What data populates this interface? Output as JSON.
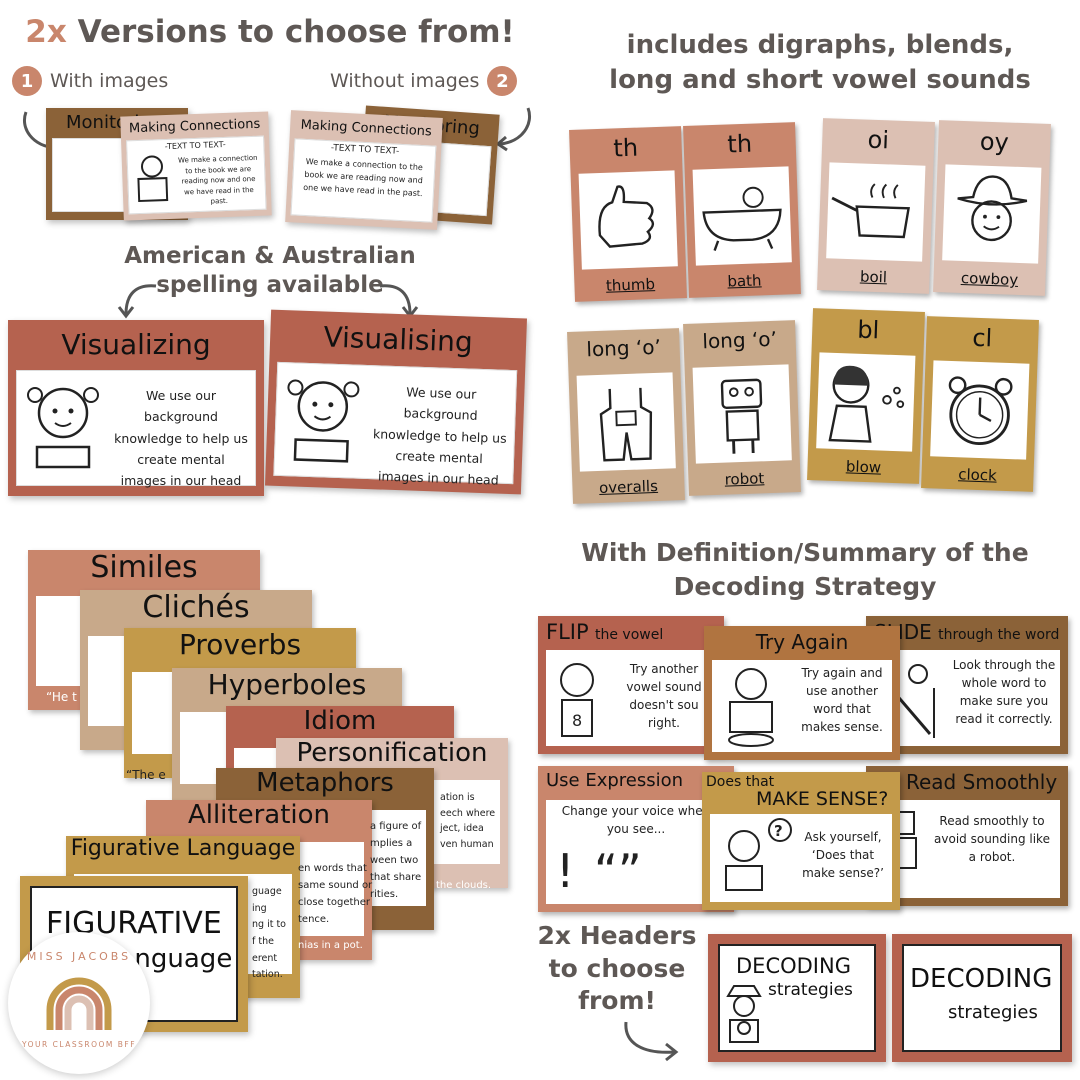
{
  "colors": {
    "terracotta": "#b5624f",
    "rose": "#c9866c",
    "blush": "#dcc0b3",
    "sand": "#c8a98a",
    "mustard": "#c39a4a",
    "brown": "#8b6238",
    "heading": "#5e5855"
  },
  "q1": {
    "heading_accent": "2x",
    "heading_rest": " Versions to choose from!",
    "badge1": "1",
    "with_images": "With images",
    "badge2": "2",
    "without_images": "Without images",
    "card_monitoring_title": "Monitoring",
    "card_making_title": "Making Connections",
    "card_making_sub": "-TEXT TO TEXT-",
    "card_making_body": "We make a connection to the book we are reading now and one we have read in the past.",
    "spelling_heading_line1": "American & Australian",
    "spelling_heading_line2": "spelling available",
    "visualizing_title": "Visualizing",
    "visualising_title": "Visualising",
    "visual_body": "We use our background knowledge to help us create mental images in our head as we read."
  },
  "q2": {
    "heading_line1": "includes digraphs, blends,",
    "heading_line2": "long and short vowel sounds",
    "cards": [
      {
        "label": "th",
        "word": "thumb",
        "color": "#c9866c",
        "icon": "thumb-icon"
      },
      {
        "label": "th",
        "word": "bath",
        "color": "#c9866c",
        "icon": "bath-icon"
      },
      {
        "label": "oi",
        "word": "boil",
        "color": "#dcc0b3",
        "icon": "pot-icon"
      },
      {
        "label": "oy",
        "word": "cowboy",
        "color": "#dcc0b3",
        "icon": "cowboy-icon"
      },
      {
        "label": "long ‘o’",
        "word": "overalls",
        "color": "#c8a98a",
        "icon": "overalls-icon"
      },
      {
        "label": "long ‘o’",
        "word": "robot",
        "color": "#c8a98a",
        "icon": "robot-icon"
      },
      {
        "label": "bl",
        "word": "blow",
        "color": "#c39a4a",
        "icon": "girl-blowing-icon"
      },
      {
        "label": "cl",
        "word": "clock",
        "color": "#c39a4a",
        "icon": "clock-icon"
      }
    ]
  },
  "q3": {
    "cards": [
      {
        "title": "Similes",
        "color": "#c9866c"
      },
      {
        "title": "Clichés",
        "color": "#c8a98a"
      },
      {
        "title": "Proverbs",
        "color": "#c39a4a"
      },
      {
        "title": "Hyperboles",
        "color": "#c8a98a"
      },
      {
        "title": "Idiom",
        "color": "#b5624f"
      },
      {
        "title": "Personification",
        "color": "#dcc0b3"
      },
      {
        "title": "Metaphors",
        "color": "#8b6238"
      },
      {
        "title": "Alliteration",
        "color": "#c9866c"
      },
      {
        "title": "Figurative Language",
        "color": "#c39a4a"
      }
    ],
    "snippet_he": "“He t",
    "snippet_the": "“The e",
    "snippet_figure": "a figure of",
    "snippet_implies": "mplies a",
    "snippet_between": "ween two",
    "snippet_share": "that share",
    "snippet_rities": "rities.",
    "snippet_clouds": "the clouds.",
    "snippet_words": "en words that",
    "snippet_same": "same sound or",
    "snippet_close": "close together",
    "snippet_tence": "tence.",
    "snippet_pot": "nias in a pot.",
    "snippet_ation": "ation is",
    "snippet_eech": "eech where",
    "snippet_ject": "ject, idea",
    "snippet_human": "ven human",
    "snippet_guage": "guage",
    "snippet_ing": "ing",
    "snippet_itto": "ng it to",
    "snippet_f": "f the",
    "snippet_erent": "erent",
    "snippet_tation": "tation.",
    "big_line1": "FIGURATIVE",
    "big_line2": "Language",
    "logo_top": "MISS JACOBS",
    "logo_bottom": "YOUR CLASSROOM BFF"
  },
  "q4": {
    "heading_line1": "With Definition/Summary of the",
    "heading_line2": "Decoding Strategy",
    "flip_title": "FLIP",
    "flip_sub": "the vowel",
    "flip_body": "Try another vowel sound doesn't sou right.",
    "try_title": "Try Again",
    "try_body": "Try again and use another word that makes sense.",
    "slide_title": "SLIDE",
    "slide_sub": "through the word",
    "slide_body": "Look through the whole word to make sure you read it correctly.",
    "expr_title": "Use Expression",
    "expr_body": "Change your voice when you see...",
    "sense_small": "Does that",
    "sense_big": "MAKE SENSE?",
    "sense_body": "Ask yourself, ‘Does that make sense?’",
    "smooth_title": "Read Smoothly",
    "smooth_body": "Read smoothly to avoid sounding like a robot.",
    "headers_line1": "2x Headers",
    "headers_line2": "to choose",
    "headers_line3": "from!",
    "dec_big": "DECODING",
    "dec_small": "strategies"
  }
}
